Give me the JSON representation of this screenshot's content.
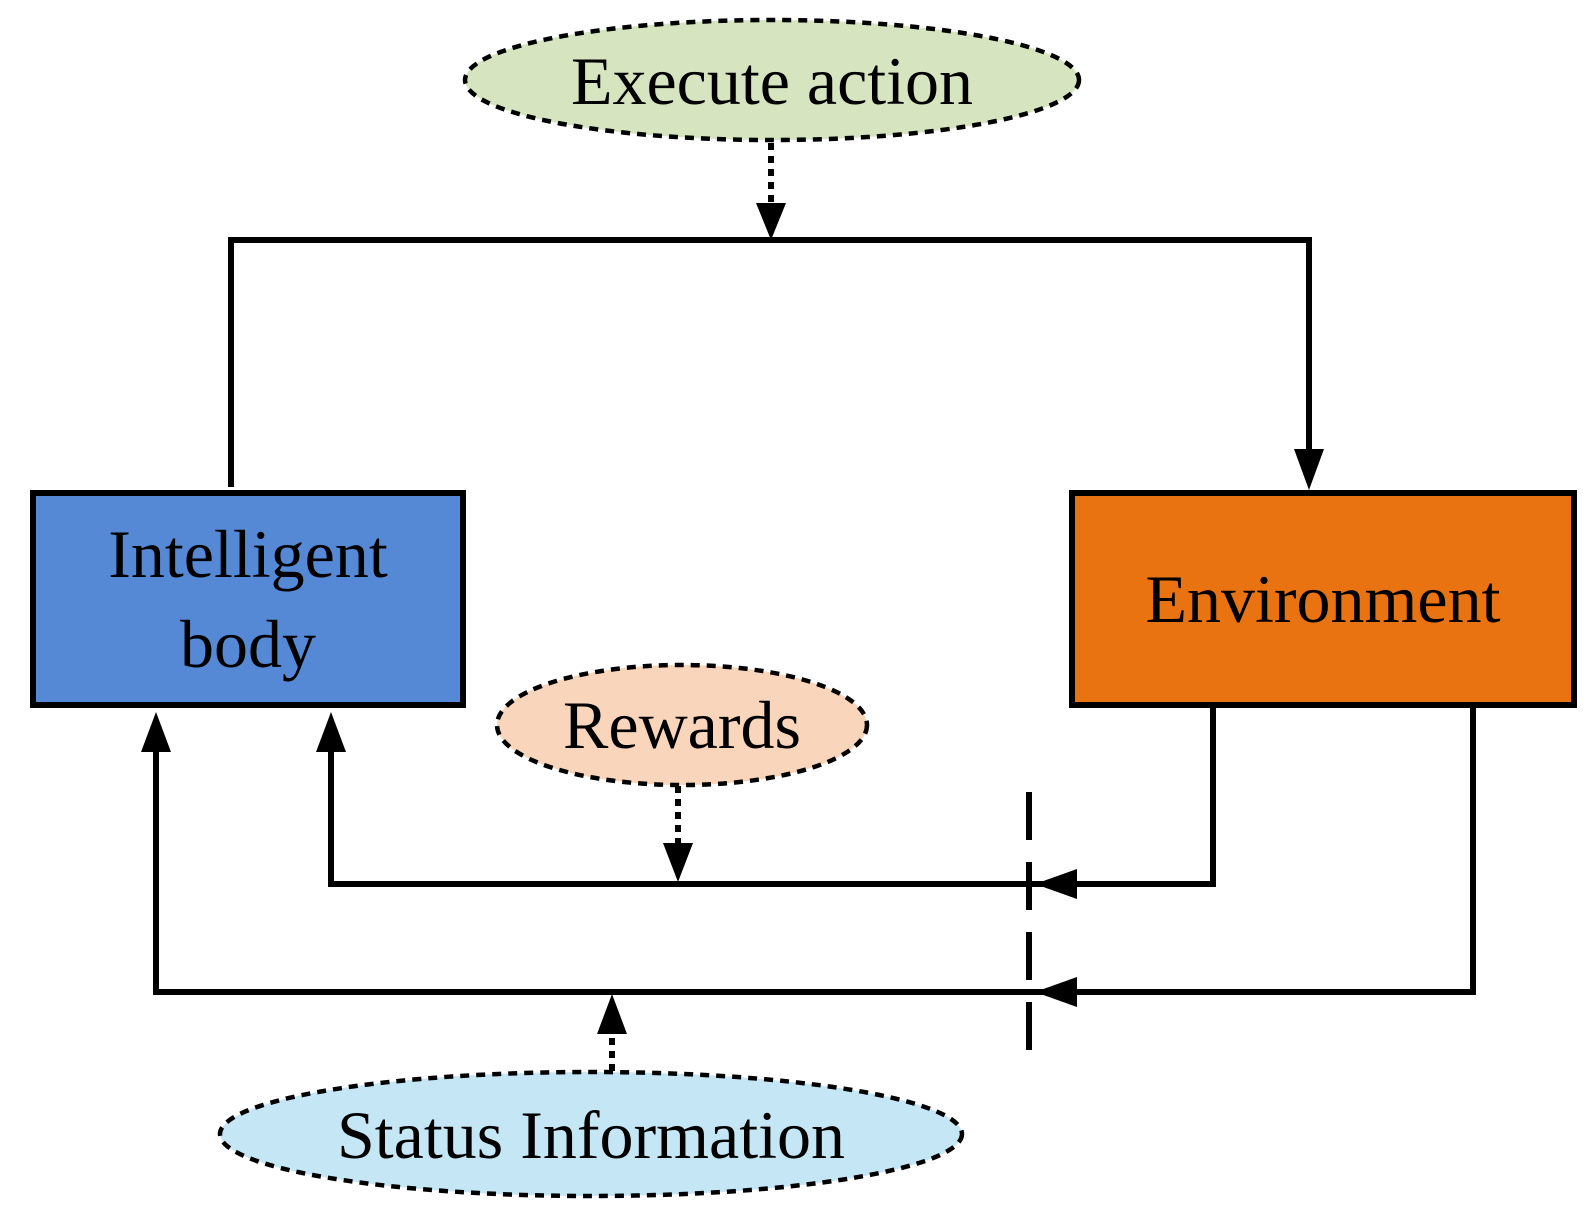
{
  "nodes": {
    "agent": {
      "line1": "Intelligent",
      "line2": "body"
    },
    "environment": {
      "label": "Environment"
    }
  },
  "annotations": {
    "execute_action": "Execute action",
    "rewards": "Rewards",
    "status_information": "Status Information"
  },
  "colors": {
    "agent_fill": "#5589d6",
    "environment_fill": "#e97211",
    "execute_action_fill": "#d6e4c0",
    "rewards_fill": "#f8d5bb",
    "status_information_fill": "#c5e7f5",
    "stroke": "#000000"
  }
}
